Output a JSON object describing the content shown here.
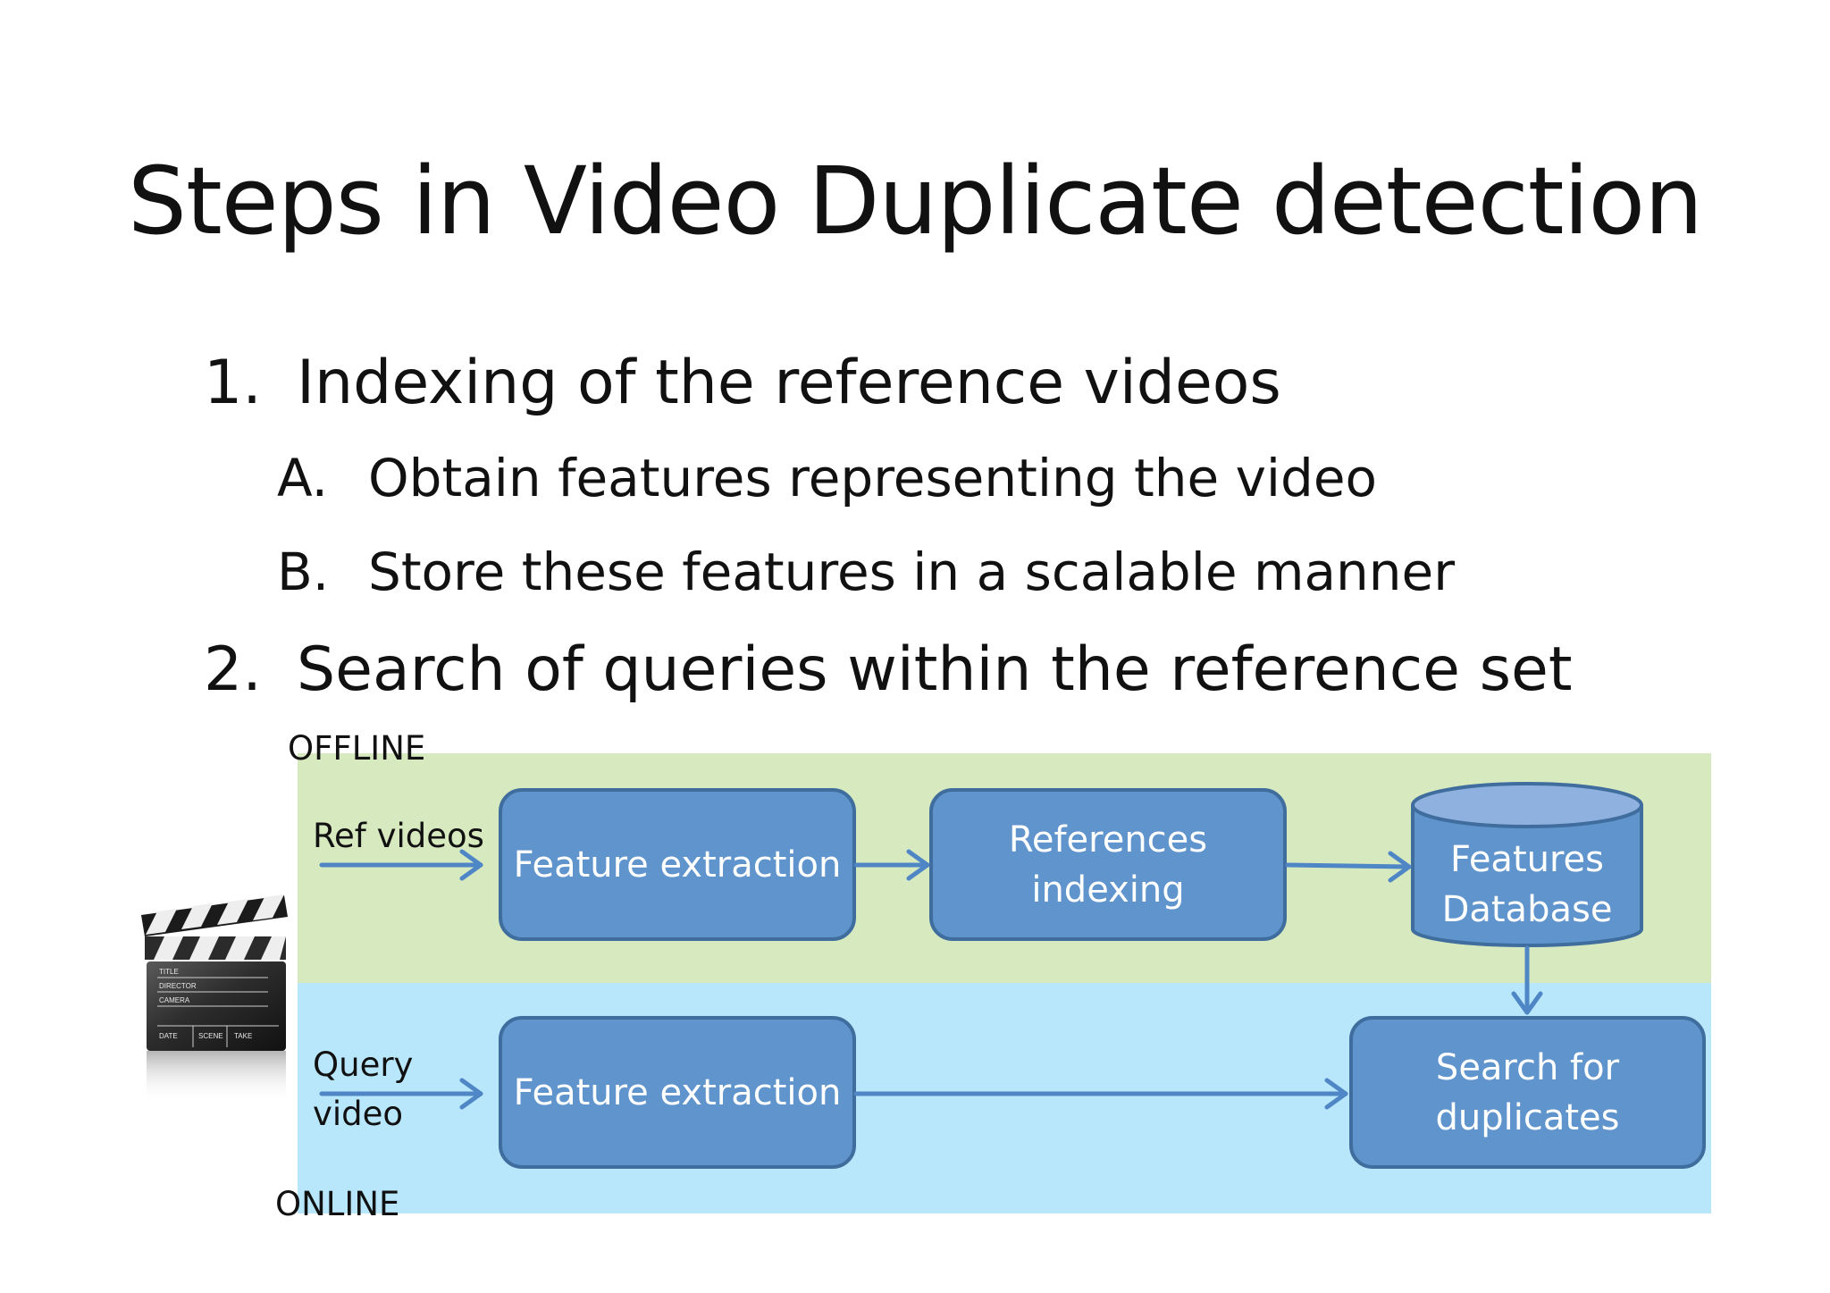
{
  "title": "Steps in Video Duplicate detection",
  "outline": {
    "item1": {
      "number": "1.",
      "text": "Indexing of the reference videos"
    },
    "item1a": {
      "number": "A.",
      "text": "Obtain features representing the video"
    },
    "item1b": {
      "number": "B.",
      "text": "Store these features in a scalable manner"
    },
    "item2": {
      "number": "2.",
      "text": "Search of queries within the reference set"
    }
  },
  "diagram": {
    "offline_label": "OFFLINE",
    "online_label": "ONLINE",
    "ref_videos_label": "Ref videos",
    "query_label_line1": "Query",
    "query_label_line2": "video",
    "offline_feature_box": "Feature extraction",
    "references_box_line1": "References",
    "references_box_line2": "indexing",
    "database_line1": "Features",
    "database_line2": "Database",
    "online_feature_box": "Feature extraction",
    "search_box_line1": "Search for",
    "search_box_line2": "duplicates",
    "clapperboard_labels": [
      "TITLE",
      "DIRECTOR",
      "CAMERA",
      "DATE",
      "SCENE",
      "TAKE"
    ],
    "colors": {
      "offline_band": "#d7e9bf",
      "online_band": "#b8e7fb",
      "box_fill": "#5f94cd",
      "box_border": "#3f6d9e",
      "arrow": "#4f86c6"
    }
  }
}
